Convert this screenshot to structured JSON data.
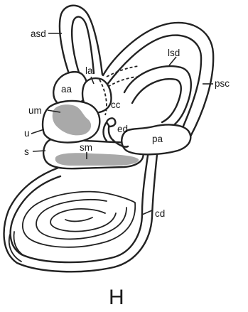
{
  "labels": {
    "asd": "asd",
    "la": "la",
    "lsd": "lsd",
    "aa": "aa",
    "psc": "psc",
    "um": "um",
    "cc": "cc",
    "u": "u",
    "ed": "ed",
    "pa": "pa",
    "s": "s",
    "sm": "sm",
    "cd": "cd"
  },
  "panel_letter": "H",
  "colors": {
    "line": "#222222",
    "macula": "#a9a9a9",
    "background": "#ffffff"
  }
}
